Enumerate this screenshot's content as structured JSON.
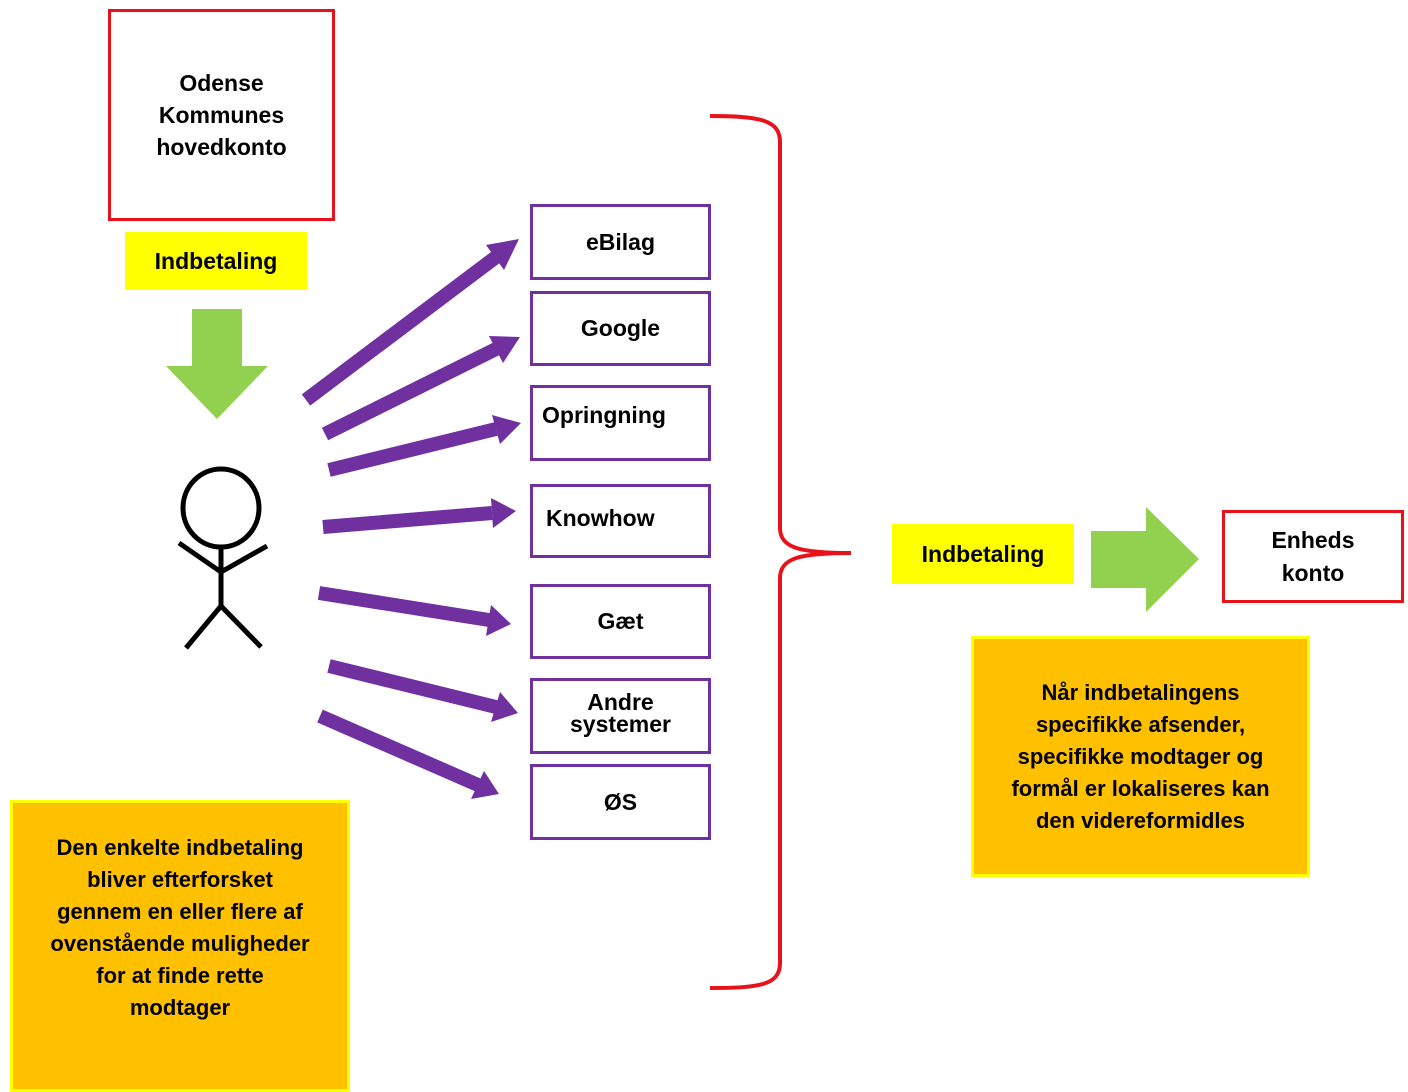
{
  "main_account": {
    "label": "Odense\nKommunes\nhovedkonto"
  },
  "payment_left": {
    "label": "Indbetaling"
  },
  "systems": [
    {
      "label": "eBilag"
    },
    {
      "label": "Google"
    },
    {
      "label": "Opringning"
    },
    {
      "label": "Knowhow"
    },
    {
      "label": "Gæt"
    },
    {
      "label": "Andre\nsystemer"
    },
    {
      "label": "ØS"
    }
  ],
  "payment_right": {
    "label": "Indbetaling"
  },
  "unit_account": {
    "label": "Enheds\nkonto"
  },
  "note_left": {
    "text": "Den enkelte indbetaling\nbliver efterforsket\ngennem en eller flere af\novenstående muligheder\nfor at finde rette\nmodtager"
  },
  "note_right": {
    "text": "Når indbetalingens\nspecifikke afsender,\nspecifikke modtager og\nformål er lokaliseres kan\nden videreformidles"
  },
  "colors": {
    "red_border": "#e8121b",
    "purple": "#7030a0",
    "green_arrow": "#92d050",
    "yellow": "#ffff00",
    "orange": "#ffc000"
  },
  "icons": {
    "person": "stick-figure-icon"
  }
}
